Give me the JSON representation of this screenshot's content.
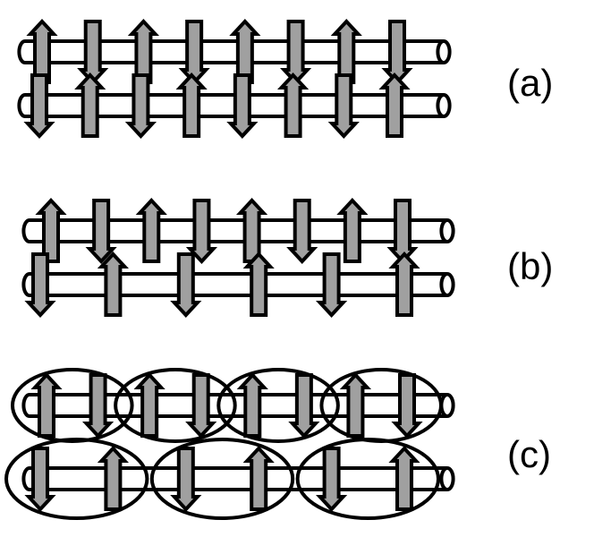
{
  "panels": [
    {
      "label": "(a)",
      "chains": [
        {
          "spins": [
            "up",
            "down",
            "up",
            "down",
            "up",
            "down",
            "up",
            "down"
          ]
        },
        {
          "spins": [
            "down",
            "up",
            "down",
            "up",
            "down",
            "up",
            "down",
            "up"
          ]
        }
      ],
      "ellipse_groups": []
    },
    {
      "label": "(b)",
      "chains": [
        {
          "spins": [
            "up",
            "down",
            "up",
            "down",
            "up",
            "down",
            "up",
            "down"
          ]
        },
        {
          "spins": [
            "down",
            "up",
            "down",
            "up",
            "down",
            "up"
          ]
        }
      ],
      "ellipse_groups": []
    },
    {
      "label": "(c)",
      "chains": [
        {
          "spins": [
            "up",
            "down",
            "up",
            "down",
            "up",
            "down",
            "up",
            "down"
          ]
        },
        {
          "spins": [
            "down",
            "up",
            "down",
            "up",
            "down",
            "up"
          ]
        }
      ],
      "ellipse_groups": [
        {
          "chain": 0,
          "pairs": 4
        },
        {
          "chain": 1,
          "pairs": 3
        }
      ]
    }
  ],
  "colors": {
    "arrow_fill": "#a0a0a0",
    "stroke": "#000000",
    "background": "#ffffff"
  }
}
